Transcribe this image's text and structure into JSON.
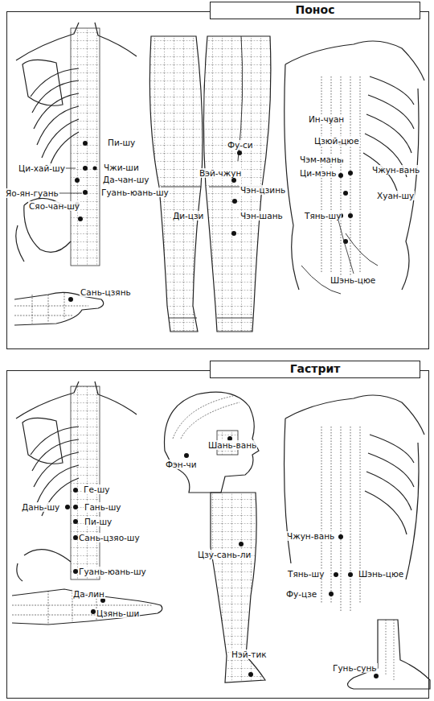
{
  "diagram": {
    "nodes": [
      {
        "text": [
          "Понос"
        ]
      },
      {
        "text": [
          "Гастрит"
        ]
      }
    ],
    "labels": [
      "Пи-шу",
      "Ци-хай-шу",
      "Чжи-ши",
      "Да-чан-шу",
      "Яо-ян-гуань",
      "Гуань-юань-шу",
      "Сяо-чан-шу",
      "Сань-цзянь",
      "Фу-си",
      "Вэй-чжун",
      "Чэн-цзинь",
      "Ди-цзи",
      "Чэн-шань",
      "Ин-чуан",
      "Цзюй-цюе",
      "Чэм-мань",
      "Ци-мэнь",
      "Чжун-вань",
      "Хуан-шу",
      "Тянь-шу",
      "Шэнь-цюе",
      "Ге-шу",
      "Дань-шу",
      "Гань-шу",
      "Пи-шу",
      "Сань-цзяо-шу",
      "Гуань-юань-шу",
      "Шань-вань",
      "Фэн-чи",
      "Цзу-сань-ли",
      "Да-лин",
      "Цзянь-ши",
      "Нэй-тик",
      "Чжун-вань",
      "Тянь-шу",
      "Шэнь-цюе",
      "Фу-цзе",
      "Гунь-сунь"
    ]
  }
}
